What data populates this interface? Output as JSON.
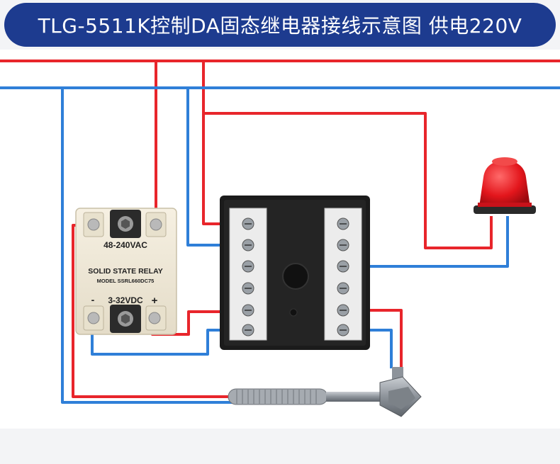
{
  "title": "TLG-5511K控制DA固态继电器接线示意图 供电220V",
  "colors": {
    "title_bg": "#1d3b8f",
    "live_wire": "#e8252b",
    "neutral_wire": "#2f7fd8",
    "relay_body": "#f0e9d8",
    "controller_body": "#1b1b1b",
    "alarm_lamp": "#e3161c"
  },
  "relay": {
    "ac_label": "48-240VAC",
    "name": "SOLID STATE RELAY",
    "model": "MODEL SSRL660DC75",
    "dc_label": "3-32VDC",
    "minus": "-",
    "plus": "+"
  },
  "icons": {
    "alarm": "alarm-lamp-icon",
    "sensor": "thermocouple-probe-icon",
    "screw": "screw-terminal-icon"
  }
}
